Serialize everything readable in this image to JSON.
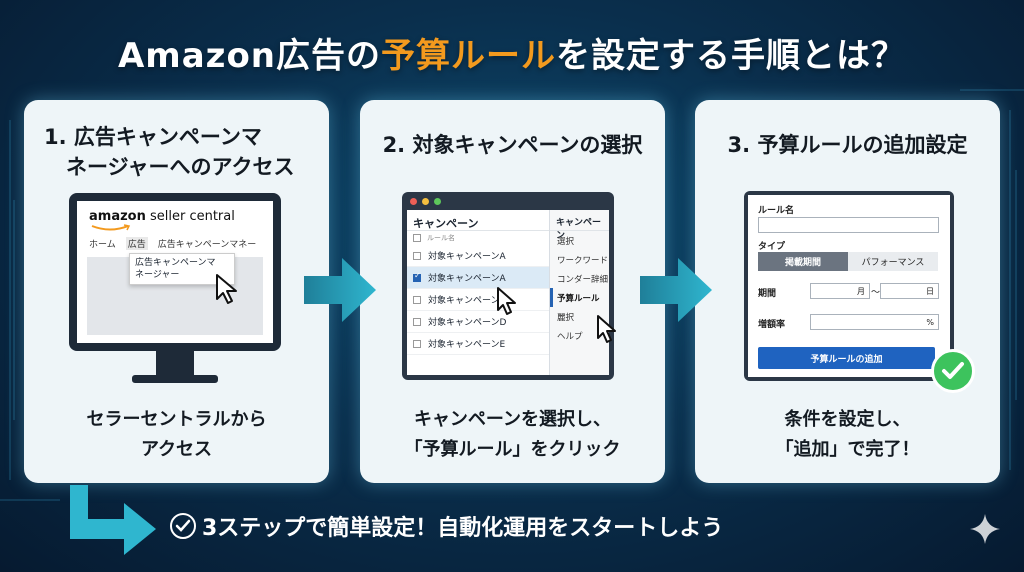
{
  "title": {
    "prefix": "Amazon広告の",
    "accent": "予算ルール",
    "suffix": "を設定する手順とは？"
  },
  "steps": [
    {
      "title_line1": "1. 広告キャンペーンマ",
      "title_line2": "ネージャーへのアクセス",
      "caption_line1": "セラーセントラルから",
      "caption_line2": "アクセス",
      "screen": {
        "logo_amazon": "amazon",
        "logo_rest": " seller central",
        "nav": [
          "ホーム",
          "広告",
          "広告キャンペーンマネー"
        ],
        "dropdown_line1": "広告キャンペーンマ",
        "dropdown_line2": "ネージャー"
      }
    },
    {
      "title": "2. 対象キャンペーンの選択",
      "caption_line1": "キャンペーンを選択し、",
      "caption_line2": "「予算ルール」をクリック",
      "window": {
        "header": "キャンペーン",
        "column": "ルール名",
        "rows": [
          "対象キャンペーンA",
          "対象キャンペーンA",
          "対象キャンペーンC",
          "対象キャンペーンD",
          "対象キャンペーンE"
        ],
        "menu_header": "キャンペーン",
        "menu": [
          "選択",
          "ワークワード",
          "コンダー辞細",
          "予算ルール",
          "麗択",
          "ヘルプ"
        ]
      }
    },
    {
      "title": "3. 予算ルールの追加設定",
      "caption_line1": "条件を設定し、",
      "caption_line2": "「追加」で完了！",
      "form": {
        "rule_name_label": "ルール名",
        "type_label": "タイプ",
        "type_options": [
          "掲載期間",
          "パフォーマンス"
        ],
        "period_label": "期間",
        "month": "月",
        "tilde": "～",
        "day": "日",
        "increase_label": "増額率",
        "percent": "%",
        "add_button": "予算ルールの追加"
      }
    }
  ],
  "banner": "3ステップで簡単設定！自動化運用をスタートしよう",
  "colors": {
    "accent": "#f39a1e",
    "button_blue": "#1f63c0",
    "success_green": "#3dc35d",
    "arrow_teal": "#2fb6cf"
  },
  "icons": [
    "check-circle-icon",
    "right-arrow-icon",
    "cursor-icon",
    "sparkle-icon"
  ]
}
